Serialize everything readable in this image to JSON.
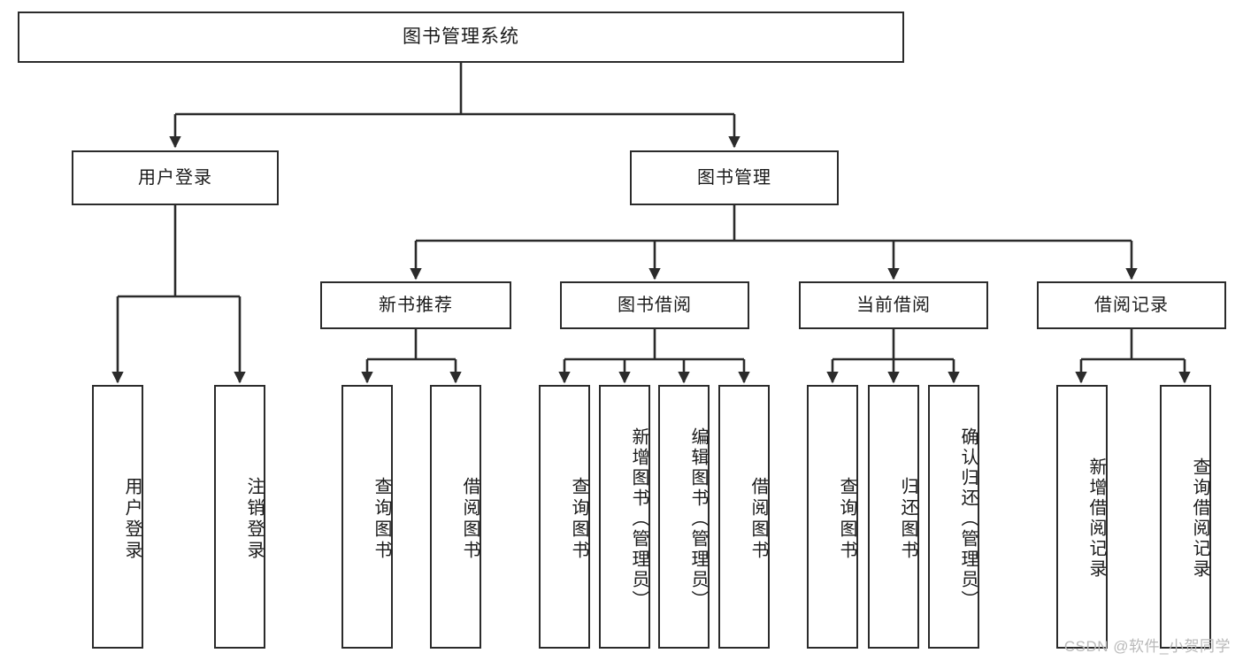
{
  "diagram": {
    "type": "tree-hierarchy",
    "title": "图书管理系统",
    "orientation": "top-down",
    "line_color": "#2b2b2b",
    "box_fill": "#ffffff",
    "text_color": "#1a1a1a",
    "levels": 4,
    "root": {
      "id": "root",
      "label": "图书管理系统"
    },
    "level2": [
      {
        "id": "user-login",
        "label": "用户登录"
      },
      {
        "id": "book-manage",
        "label": "图书管理"
      }
    ],
    "level3": [
      {
        "id": "new-book-rec",
        "label": "新书推荐",
        "parent": "book-manage"
      },
      {
        "id": "book-borrow",
        "label": "图书借阅",
        "parent": "book-manage"
      },
      {
        "id": "current-borrow",
        "label": "当前借阅",
        "parent": "book-manage"
      },
      {
        "id": "borrow-record",
        "label": "借阅记录",
        "parent": "book-manage"
      }
    ],
    "leaves": [
      {
        "id": "leaf-user-login",
        "label": "用户登录",
        "parent": "user-login"
      },
      {
        "id": "leaf-logout",
        "label": "注销登录",
        "parent": "user-login"
      },
      {
        "id": "leaf-query-book-1",
        "label": "查询图书",
        "parent": "new-book-rec"
      },
      {
        "id": "leaf-borrow-book-1",
        "label": "借阅图书",
        "parent": "new-book-rec"
      },
      {
        "id": "leaf-query-book-2",
        "label": "查询图书",
        "parent": "book-borrow"
      },
      {
        "id": "leaf-add-book",
        "label": "新增图书（管理员）",
        "parent": "book-borrow"
      },
      {
        "id": "leaf-edit-book",
        "label": "编辑图书（管理员）",
        "parent": "book-borrow"
      },
      {
        "id": "leaf-borrow-book-2",
        "label": "借阅图书",
        "parent": "book-borrow"
      },
      {
        "id": "leaf-query-book-3",
        "label": "查询图书",
        "parent": "current-borrow"
      },
      {
        "id": "leaf-return-book",
        "label": "归还图书",
        "parent": "current-borrow"
      },
      {
        "id": "leaf-confirm-return",
        "label": "确认归还（管理员）",
        "parent": "current-borrow"
      },
      {
        "id": "leaf-add-record",
        "label": "新增借阅记录",
        "parent": "borrow-record"
      },
      {
        "id": "leaf-query-record",
        "label": "查询借阅记录",
        "parent": "borrow-record"
      }
    ]
  },
  "watermark": {
    "text": "CSDN @软件_小贺同学"
  }
}
